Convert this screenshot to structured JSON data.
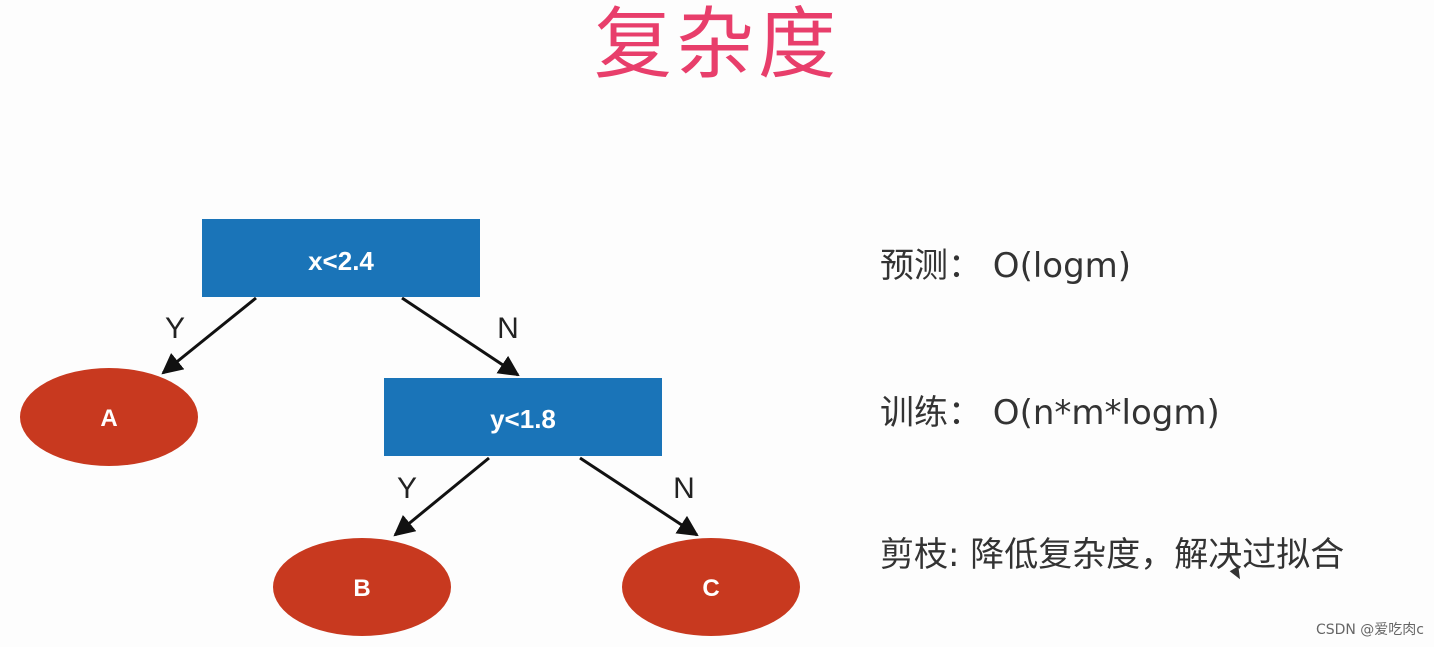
{
  "title": "复杂度",
  "tree": {
    "root": {
      "label": "x<2.4"
    },
    "node2": {
      "label": "y<1.8"
    },
    "leaves": {
      "a": "A",
      "b": "B",
      "c": "C"
    },
    "edges": {
      "root_left": "Y",
      "root_right": "N",
      "node2_left": "Y",
      "node2_right": "N"
    }
  },
  "notes": {
    "predict": "预测：  O(logm)",
    "train": "训练：  O(n*m*logm)",
    "prune": "剪枝: 降低复杂度，解决过拟合"
  },
  "watermark": "CSDN @爱吃肉c",
  "colors": {
    "title": "#e83e6b",
    "box": "#1a74b8",
    "leaf": "#c8391f"
  }
}
